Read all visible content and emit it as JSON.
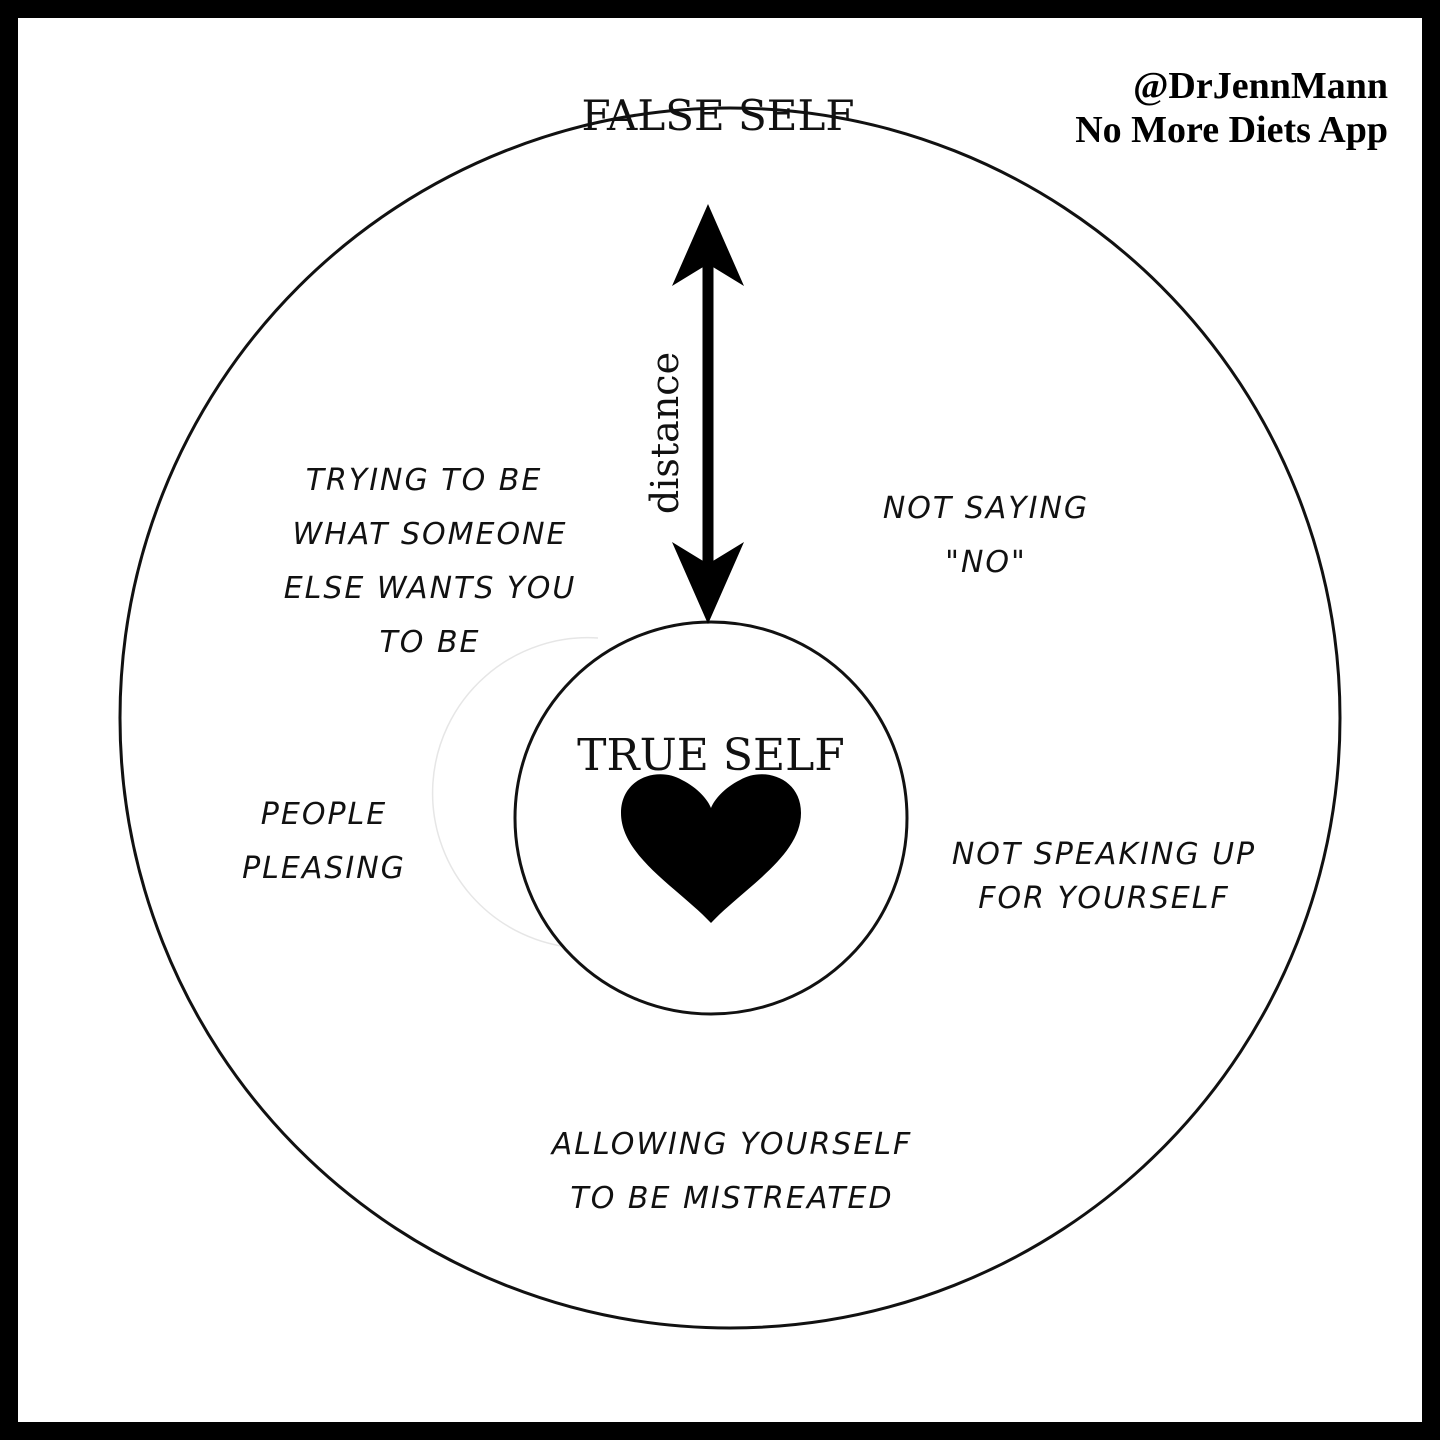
{
  "credits": {
    "handle": "@DrJennMann",
    "app": "No More Diets App"
  },
  "outer_label": "FALSE SELF",
  "inner_label": "TRUE SELF",
  "arrow_label": "distance",
  "behaviors": {
    "trying_to_be": [
      "TRYING TO BE",
      "WHAT SOMEONE",
      "ELSE WANTS YOU",
      "TO BE"
    ],
    "not_saying_no": [
      "NOT SAYING",
      "\"NO\""
    ],
    "people_pleasing": [
      "PEOPLE",
      "PLEASING"
    ],
    "not_speaking_up": [
      "NOT SPEAKING UP",
      "FOR YOURSELF"
    ],
    "allowing_mistreated": [
      "ALLOWING YOURSELF",
      "TO BE MISTREATED"
    ]
  },
  "icons": {
    "center": "heart-icon",
    "arrow": "double-headed-arrow-icon"
  },
  "colors": {
    "border": "#000000",
    "background": "#ffffff",
    "ink": "#111111"
  }
}
